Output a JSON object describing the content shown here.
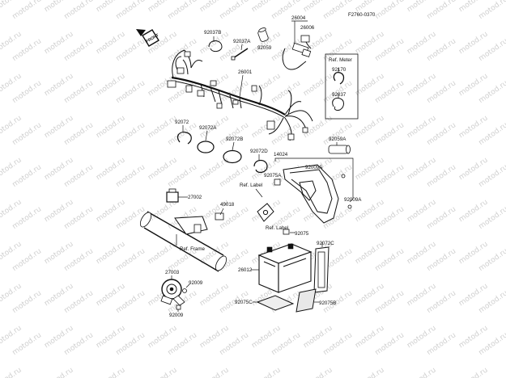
{
  "figure_code": "F2760-0370",
  "front_label": "FRONT",
  "watermark": "motod.ru",
  "colors": {
    "ink": "#111111",
    "background": "#ffffff",
    "watermark": "#cfcfcf"
  },
  "refs": {
    "meter": "Ref. Meter",
    "label_1": "Ref. Label",
    "label_2": "Ref. Label",
    "frame": "Ref. Frame"
  },
  "parts": {
    "p92037B": "92037B",
    "p92037A": "92037A",
    "p92059": "92059",
    "p26004": "26004",
    "p26006": "26006",
    "p26001": "26001",
    "p92170": "92170",
    "p92037": "92037",
    "p92072": "92072",
    "p92072A": "92072A",
    "p92072B": "92072B",
    "p92072D": "92072D",
    "p14024": "14024",
    "p92059A": "92059A",
    "p92009A_top": "92009A",
    "p92075A": "92075A",
    "p92009A_right": "92009A",
    "p27002": "27002",
    "p49018": "49018",
    "p92075": "92075",
    "p92072C": "92072C",
    "p26012": "26012",
    "p27003": "27003",
    "p92009_a": "92009",
    "p92009_b": "92009",
    "p92075C": "92075C",
    "p92075B": "92075B"
  }
}
